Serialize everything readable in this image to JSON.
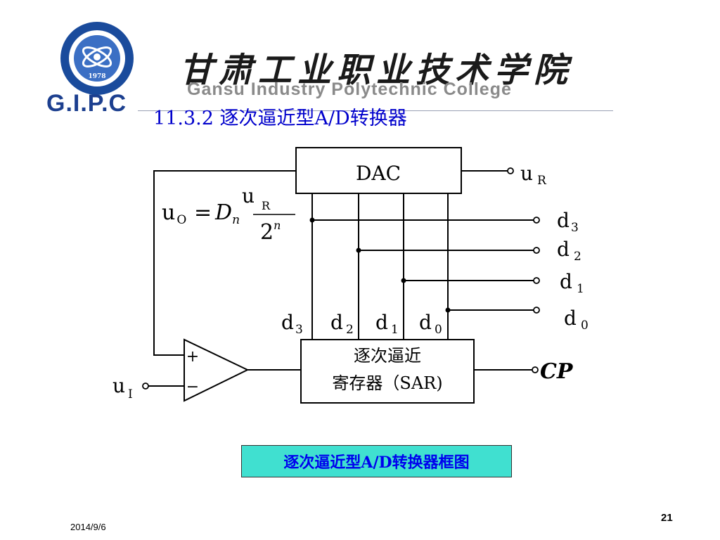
{
  "header": {
    "logo_text": "G.I.P.C",
    "college_name_cn": "甘肃工业职业技术学院",
    "college_name_en": "Gansu Industry Polytechnic College",
    "seal_year": "1978"
  },
  "slide": {
    "title": "11.3.2 逐次逼近型A/D转换器",
    "caption": "逐次逼近型A/D转换器框图",
    "date": "2014/9/6",
    "page_number": "21"
  },
  "diagram": {
    "dac_label": "DAC",
    "sar_line1": "逐次逼近",
    "sar_line2": "寄存器（SAR)",
    "comparator_plus": "+",
    "comparator_minus": "−",
    "ur_main": "u",
    "ur_sub": "R",
    "input_main": "u",
    "input_sub": "I",
    "clock": "CP",
    "outputs": [
      {
        "main": "d",
        "sub": "3"
      },
      {
        "main": "d",
        "sub": "2"
      },
      {
        "main": "d",
        "sub": "1"
      },
      {
        "main": "d",
        "sub": "0"
      }
    ],
    "bits": [
      {
        "main": "d",
        "sub": "3"
      },
      {
        "main": "d",
        "sub": "2"
      },
      {
        "main": "d",
        "sub": "1"
      },
      {
        "main": "d",
        "sub": "0"
      }
    ],
    "formula": {
      "lhs_main": "u",
      "lhs_sub": "O",
      "eq": "=",
      "d_main": "D",
      "d_sub": "n",
      "num_main": "u",
      "num_sub": "R",
      "den_main": "2",
      "den_sup": "n"
    }
  }
}
